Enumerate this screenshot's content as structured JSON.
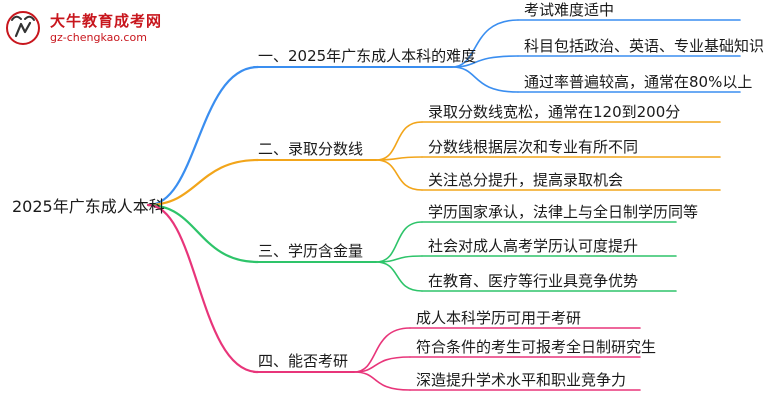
{
  "logo": {
    "title": "大牛教育成考网",
    "url": "gz-chengkao.com",
    "brand_color": "#c8161d"
  },
  "root": "2025年广东成人本科",
  "branches": [
    {
      "label": "一、2025年广东成人本科的难度",
      "color": "#3a8ef0",
      "leaves": [
        "考试难度适中",
        "科目包括政治、英语、专业基础知识",
        "通过率普遍较高，通常在80%以上"
      ]
    },
    {
      "label": "二、录取分数线",
      "color": "#f2a51a",
      "leaves": [
        "录取分数线宽松，通常在120到200分",
        "分数线根据层次和专业有所不同",
        "关注总分提升，提高录取机会"
      ]
    },
    {
      "label": "三、学历含金量",
      "color": "#2ec46a",
      "leaves": [
        "学历国家承认，法律上与全日制学历同等",
        "社会对成人高考学历认可度提升",
        "在教育、医疗等行业具竞争优势"
      ]
    },
    {
      "label": "四、能否考研",
      "color": "#e8357a",
      "leaves": [
        "成人本科学历可用于考研",
        "符合条件的考生可报考全日制研究生",
        "深造提升学术水平和职业竞争力"
      ]
    }
  ]
}
